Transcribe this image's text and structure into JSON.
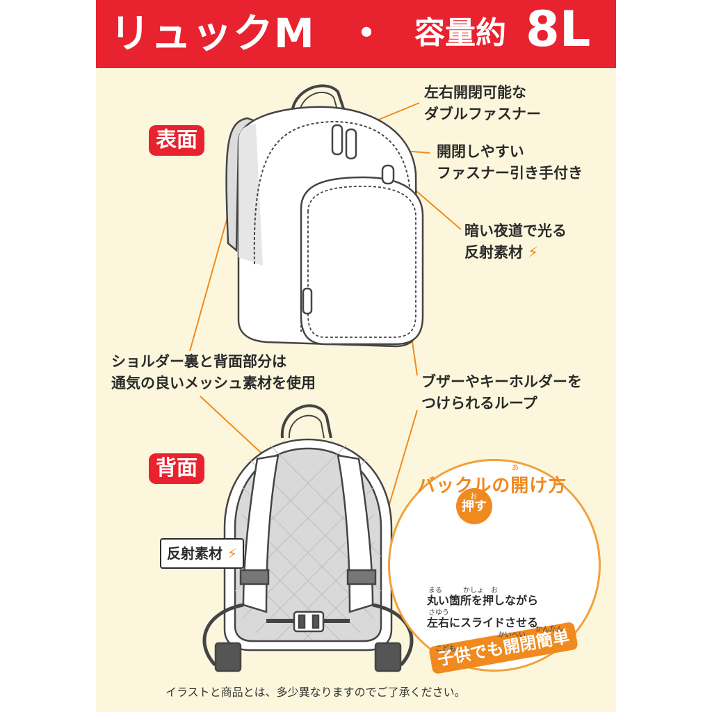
{
  "banner": {
    "product_name": "リュックM",
    "separator": "・",
    "capacity_label": "容量約",
    "capacity_value": "8L"
  },
  "labels": {
    "front": "表面",
    "back": "背面"
  },
  "notes": {
    "double_zipper": [
      "左右開閉可能な",
      "ダブルファスナー"
    ],
    "zipper_pull": [
      "開閉しやすい",
      "ファスナー引き手付き"
    ],
    "reflector": [
      "暗い夜道で光る",
      "反射素材"
    ],
    "mesh": [
      "ショルダー裏と背面部分は",
      "通気の良いメッシュ素材を使用"
    ],
    "loop": [
      "ブザーやキーホルダーを",
      "つけられるループ"
    ]
  },
  "back_reflector_label": "反射素材",
  "buckle": {
    "title": "バックルの開け方",
    "title_ruby": "あ",
    "push_label": "押す",
    "push_ruby": "お",
    "step1": "丸い箇所を押しながら",
    "step1_ruby": [
      "まる",
      "かしょ",
      "お"
    ],
    "step2": "左右にスライドさせる",
    "step2_ruby": "さゆう",
    "slogan": "子供でも開閉簡単",
    "slogan_ruby": [
      "こども",
      "かいへい",
      "かんたん"
    ]
  },
  "disclaimer": "イラストと商品とは、多少異なりますのでご了承ください。",
  "colors": {
    "banner_red": "#e8232f",
    "card_cream": "#fcf7dc",
    "accent_orange": "#f08a1f"
  },
  "icons": [
    "lightning-bolt-icon",
    "arrow-left-icon",
    "arrow-right-icon",
    "arrow-down-icon"
  ]
}
